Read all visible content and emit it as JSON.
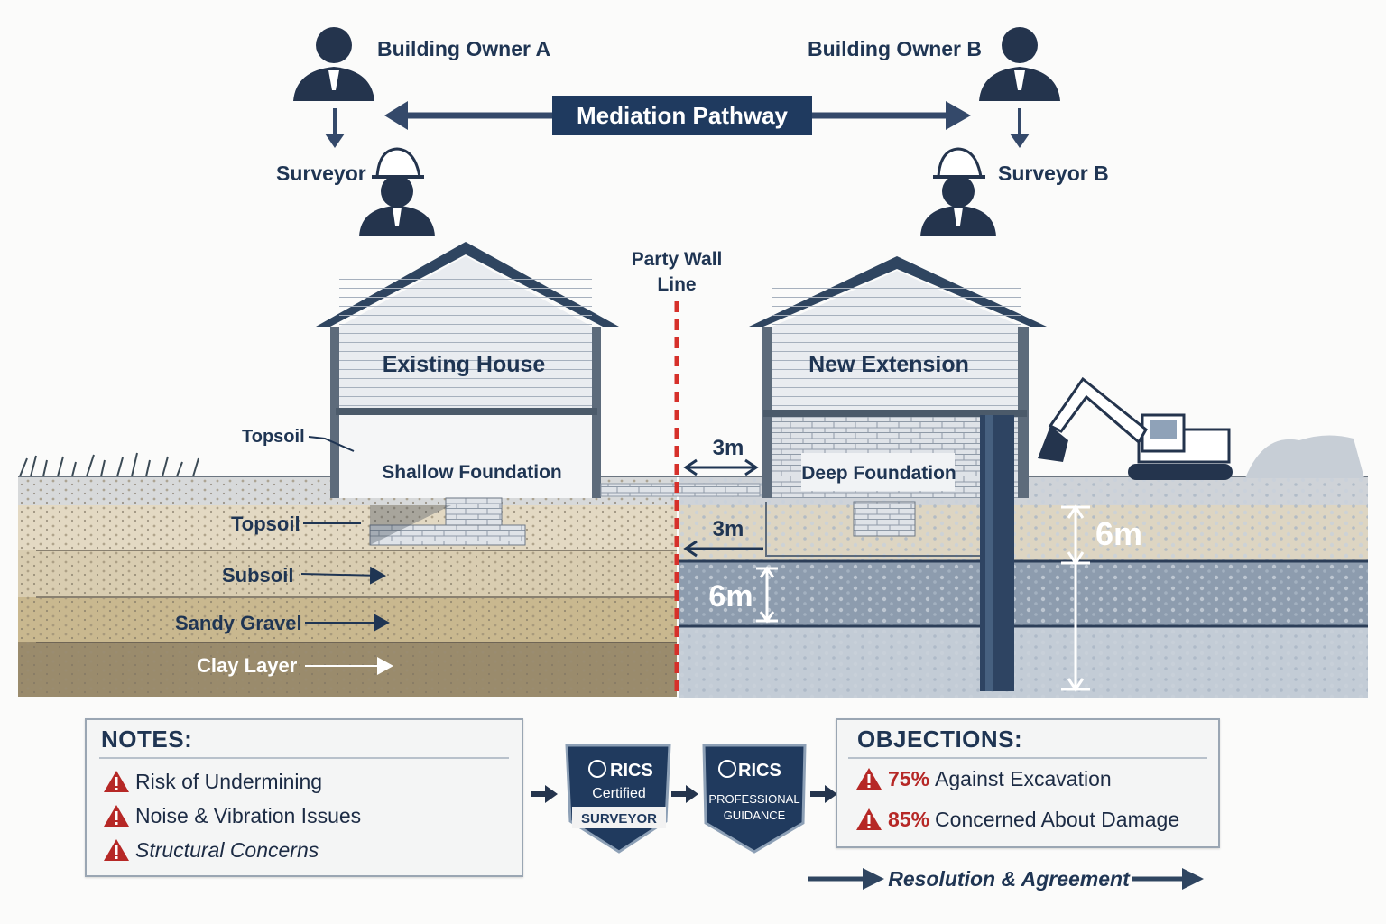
{
  "parties": {
    "owner_a": "Building Owner A",
    "owner_b": "Building Owner B",
    "surveyor_a": "Surveyor",
    "surveyor_b": "Surveyor B",
    "mediation": "Mediation Pathway"
  },
  "site": {
    "party_wall_line": [
      "Party Wall",
      "Line"
    ],
    "existing_house": "Existing House",
    "new_extension": "New Extension",
    "shallow_foundation": "Shallow Foundation",
    "deep_foundation": "Deep Foundation",
    "dim_3m_upper": "3m",
    "dim_3m_lower": "3m",
    "dim_6m_left": "6m",
    "dim_6m_right": "6m"
  },
  "soil_layers": [
    "Topsoil",
    "Topsoil",
    "Subsoil",
    "Sandy Gravel",
    "Clay Layer"
  ],
  "notes": {
    "title": "NOTES:",
    "items": [
      "Risk of Undermining",
      "Noise & Vibration Issues",
      "Structural Concerns"
    ]
  },
  "badges": {
    "rics_certified": {
      "brand": "RICS",
      "line1": "Certified",
      "line2": "SURVEYOR"
    },
    "rics_guidance": {
      "brand": "RICS",
      "line1": "PROFESSIONAL",
      "line2": "GUIDANCE"
    }
  },
  "objections": {
    "title": "OBJECTIONS:",
    "items": [
      {
        "pct": "75%",
        "text": "Against Excavation"
      },
      {
        "pct": "85%",
        "text": "Concerned About Damage"
      }
    ]
  },
  "resolution": "Resolution & Agreement",
  "colors": {
    "navy": "#1f3553",
    "party_wall_red": "#d6302a",
    "warning_red": "#b62826"
  }
}
